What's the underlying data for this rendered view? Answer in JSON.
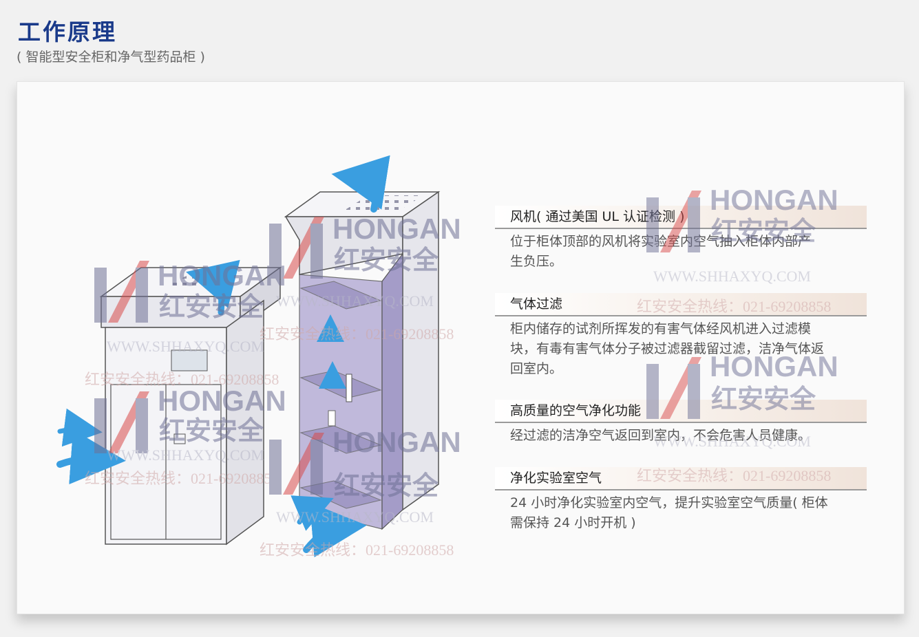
{
  "header": {
    "title": "工作原理",
    "subtitle": "( 智能型安全柜和净气型药品柜 )"
  },
  "watermark": {
    "brand": "HONGAN",
    "brand_cn": "红安安全",
    "url": "WWW.SHHAXYQ.COM",
    "hotline": "红安安全热线：021-69208858"
  },
  "features": [
    {
      "title": "风机( 通过美国 UL 认证检测 )",
      "lines": [
        "位于柜体顶部的风机将实验室内空气抽入柜体内部产",
        "生负压。"
      ]
    },
    {
      "title": "气体过滤",
      "lines": [
        "柜内储存的试剂所挥发的有害气体经风机进入过滤模",
        "块，有毒有害气体分子被过滤器截留过滤，洁净气体返",
        "回室内。"
      ]
    },
    {
      "title": "高质量的空气净化功能",
      "lines": [
        "经过滤的洁净空气返回到室内，不会危害人员健康。"
      ]
    },
    {
      "title": "净化实验室空气",
      "lines": [
        "24 小时净化实验室内空气，提升实验室空气质量( 柜体",
        "需保持 24 小时开机 )"
      ]
    }
  ],
  "colors": {
    "title_blue": "#1a3a8a",
    "arrow_blue": "#3a9ee0",
    "cabinet_purple": "#b6aed6",
    "watermark_red": "#d94c4c"
  }
}
